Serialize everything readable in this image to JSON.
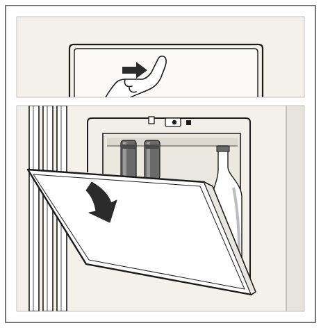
{
  "figure": {
    "panels": [
      {
        "id": "top",
        "content": "press-to-open-illustration",
        "icons": [
          "pointing-hand-icon",
          "push-arrow-icon"
        ]
      },
      {
        "id": "bottom",
        "content": "open-compartment-flap-illustration",
        "icons": [
          "down-arrow-icon",
          "wine-bottle-icon"
        ]
      }
    ],
    "colors": {
      "background": "#f4f1ea",
      "outline": "#1a1a1a",
      "door": "#ffffff",
      "interior": "#ebe8e0",
      "shelf_back": "#dcd8cf",
      "bottle": "#6a6a6a",
      "arrow": "#2b2b2b"
    }
  }
}
